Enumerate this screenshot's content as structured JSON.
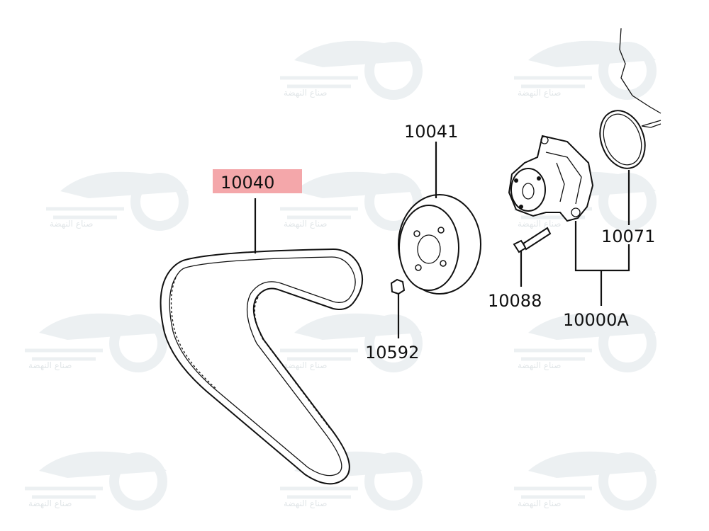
{
  "diagram": {
    "highlight_color": "#f4a7aa",
    "watermark_color": "#c9d1d6",
    "watermark_text": "صناع النهضة",
    "parts": {
      "belt": "10040",
      "pulley": "10041",
      "pulley_bolt": "10592",
      "pump_bolt": "10088",
      "gasket": "10071",
      "water_pump": "10000A"
    }
  }
}
